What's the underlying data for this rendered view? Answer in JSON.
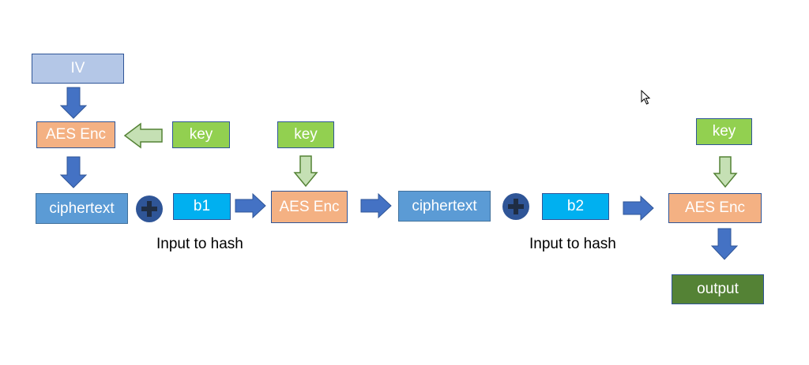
{
  "diagram": {
    "iv": "IV",
    "aes_enc_1": "AES Enc",
    "key_1": "key",
    "ciphertext_1": "ciphertext",
    "b1": "b1",
    "key_2": "key",
    "aes_enc_2": "AES Enc",
    "ciphertext_2": "ciphertext",
    "b2": "b2",
    "key_3": "key",
    "aes_enc_3": "AES Enc",
    "output": "output",
    "note_1": "Input to hash",
    "note_2": "Input to hash"
  },
  "colors": {
    "iv": "#b4c7e7",
    "aes": "#f4b183",
    "key": "#92d050",
    "ciphertext": "#5b9bd5",
    "block": "#00b0f0",
    "output": "#548235",
    "arrow_solid": "#4472c4",
    "arrow_light": "#c5e0b4",
    "xor": "#2f5597"
  },
  "icons": [
    "xor-icon",
    "arrow-icon",
    "mouse-cursor-icon"
  ]
}
